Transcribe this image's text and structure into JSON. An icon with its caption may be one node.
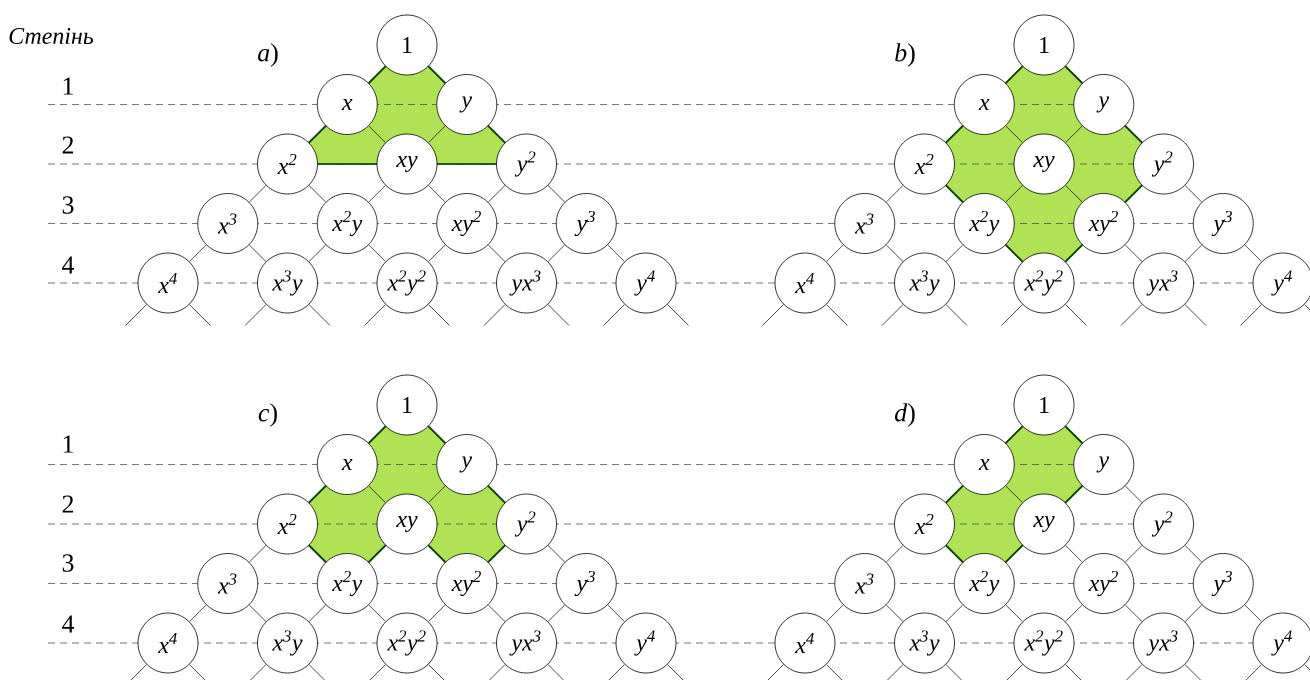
{
  "diagram": {
    "nodes": [
      {
        "text": [
          "1"
        ]
      },
      {
        "text": [
          "x"
        ]
      },
      {
        "text": [
          "y"
        ]
      },
      {
        "text": [
          "x$^{2}$"
        ]
      },
      {
        "text": [
          "xy"
        ]
      },
      {
        "text": [
          "y$^{2}$"
        ]
      },
      {
        "text": [
          "x$^{3}$"
        ]
      },
      {
        "text": [
          "x$^{2}$y"
        ]
      },
      {
        "text": [
          "xy$^{2}$"
        ]
      },
      {
        "text": [
          "y$^{3}$"
        ]
      },
      {
        "text": [
          "x$^{4}$"
        ]
      },
      {
        "text": [
          "x$^{3}$y"
        ]
      },
      {
        "text": [
          "x$^{2}$y$^{2}$"
        ]
      },
      {
        "text": [
          "yx$^{3}$"
        ]
      },
      {
        "text": [
          "y$^{4}$"
        ]
      },
      {
        "text": [
          "1"
        ]
      },
      {
        "text": [
          "x"
        ]
      },
      {
        "text": [
          "y"
        ]
      },
      {
        "text": [
          "x$^{2}$"
        ]
      },
      {
        "text": [
          "xy"
        ]
      },
      {
        "text": [
          "y$^{2}$"
        ]
      },
      {
        "text": [
          "x$^{3}$"
        ]
      },
      {
        "text": [
          "x$^{2}$y"
        ]
      },
      {
        "text": [
          "xy$^{2}$"
        ]
      },
      {
        "text": [
          "y$^{3}$"
        ]
      },
      {
        "text": [
          "x$^{4}$"
        ]
      },
      {
        "text": [
          "x$^{3}$y"
        ]
      },
      {
        "text": [
          "x$^{2}$y$^{2}$"
        ]
      },
      {
        "text": [
          "yx$^{3}$"
        ]
      },
      {
        "text": [
          "y$^{4}$"
        ]
      },
      {
        "text": [
          "1"
        ]
      },
      {
        "text": [
          "x"
        ]
      },
      {
        "text": [
          "y"
        ]
      },
      {
        "text": [
          "x$^{2}$"
        ]
      },
      {
        "text": [
          "xy"
        ]
      },
      {
        "text": [
          "y$^{2}$"
        ]
      },
      {
        "text": [
          "x$^{3}$"
        ]
      },
      {
        "text": [
          "x$^{2}$y"
        ]
      },
      {
        "text": [
          "xy$^{2}$"
        ]
      },
      {
        "text": [
          "y$^{3}$"
        ]
      },
      {
        "text": [
          "x$^{4}$"
        ]
      },
      {
        "text": [
          "x$^{3}$y"
        ]
      },
      {
        "text": [
          "x$^{2}$y$^{2}$"
        ]
      },
      {
        "text": [
          "yx$^{3}$"
        ]
      },
      {
        "text": [
          "y$^{4}$"
        ]
      },
      {
        "text": [
          "1"
        ]
      },
      {
        "text": [
          "x"
        ]
      },
      {
        "text": [
          "y"
        ]
      },
      {
        "text": [
          "x$^{2}$"
        ]
      },
      {
        "text": [
          "xy"
        ]
      },
      {
        "text": [
          "y$^{2}$"
        ]
      },
      {
        "text": [
          "x$^{3}$"
        ]
      },
      {
        "text": [
          "x$^{2}$y"
        ]
      },
      {
        "text": [
          "xy$^{2}$"
        ]
      },
      {
        "text": [
          "y$^{3}$"
        ]
      },
      {
        "text": [
          "x$^{4}$"
        ]
      },
      {
        "text": [
          "x$^{3}$y"
        ]
      },
      {
        "text": [
          "x$^{2}$y$^{2}$"
        ]
      },
      {
        "text": [
          "yx$^{3}$"
        ]
      },
      {
        "text": [
          "y$^{4}$"
        ]
      }
    ],
    "edges": [
      {
        "from": 0,
        "to": 1,
        "arrow": "none"
      },
      {
        "from": 0,
        "to": 2,
        "arrow": "none"
      },
      {
        "from": 1,
        "to": 3,
        "arrow": "none"
      },
      {
        "from": 1,
        "to": 4,
        "arrow": "none"
      },
      {
        "from": 2,
        "to": 4,
        "arrow": "none"
      },
      {
        "from": 2,
        "to": 5,
        "arrow": "none"
      },
      {
        "from": 3,
        "to": 6,
        "arrow": "none"
      },
      {
        "from": 3,
        "to": 7,
        "arrow": "none"
      },
      {
        "from": 4,
        "to": 7,
        "arrow": "none"
      },
      {
        "from": 4,
        "to": 8,
        "arrow": "none"
      },
      {
        "from": 5,
        "to": 8,
        "arrow": "none"
      },
      {
        "from": 5,
        "to": 9,
        "arrow": "none"
      },
      {
        "from": 6,
        "to": 10,
        "arrow": "none"
      },
      {
        "from": 6,
        "to": 11,
        "arrow": "none"
      },
      {
        "from": 7,
        "to": 11,
        "arrow": "none"
      },
      {
        "from": 7,
        "to": 12,
        "arrow": "none"
      },
      {
        "from": 8,
        "to": 12,
        "arrow": "none"
      },
      {
        "from": 8,
        "to": 13,
        "arrow": "none"
      },
      {
        "from": 9,
        "to": 13,
        "arrow": "none"
      },
      {
        "from": 9,
        "to": 14,
        "arrow": "none"
      },
      {
        "from": 10,
        "to": null,
        "arrow": "none"
      },
      {
        "from": 10,
        "to": null,
        "arrow": "none"
      },
      {
        "from": 11,
        "to": null,
        "arrow": "none"
      },
      {
        "from": 11,
        "to": null,
        "arrow": "none"
      },
      {
        "from": 12,
        "to": null,
        "arrow": "none"
      },
      {
        "from": 12,
        "to": null,
        "arrow": "none"
      },
      {
        "from": 13,
        "to": null,
        "arrow": "none"
      },
      {
        "from": 13,
        "to": null,
        "arrow": "none"
      },
      {
        "from": 14,
        "to": null,
        "arrow": "none"
      },
      {
        "from": 14,
        "to": null,
        "arrow": "none"
      },
      {
        "from": 15,
        "to": 16,
        "arrow": "none"
      },
      {
        "from": 15,
        "to": 17,
        "arrow": "none"
      },
      {
        "from": 16,
        "to": 18,
        "arrow": "none"
      },
      {
        "from": 16,
        "to": 19,
        "arrow": "none"
      },
      {
        "from": 17,
        "to": 19,
        "arrow": "none"
      },
      {
        "from": 17,
        "to": 20,
        "arrow": "none"
      },
      {
        "from": 18,
        "to": 21,
        "arrow": "none"
      },
      {
        "from": 18,
        "to": 22,
        "arrow": "none"
      },
      {
        "from": 19,
        "to": 22,
        "arrow": "none"
      },
      {
        "from": 19,
        "to": 23,
        "arrow": "none"
      },
      {
        "from": 20,
        "to": 23,
        "arrow": "none"
      },
      {
        "from": 20,
        "to": 24,
        "arrow": "none"
      },
      {
        "from": 21,
        "to": 25,
        "arrow": "none"
      },
      {
        "from": 21,
        "to": 26,
        "arrow": "none"
      },
      {
        "from": 22,
        "to": 26,
        "arrow": "none"
      },
      {
        "from": 22,
        "to": 27,
        "arrow": "none"
      },
      {
        "from": 23,
        "to": 27,
        "arrow": "none"
      },
      {
        "from": 23,
        "to": 28,
        "arrow": "none"
      },
      {
        "from": 24,
        "to": 28,
        "arrow": "none"
      },
      {
        "from": 24,
        "to": 29,
        "arrow": "none"
      },
      {
        "from": 25,
        "to": null,
        "arrow": "none"
      },
      {
        "from": 25,
        "to": null,
        "arrow": "none"
      },
      {
        "from": 26,
        "to": null,
        "arrow": "none"
      },
      {
        "from": 26,
        "to": null,
        "arrow": "none"
      },
      {
        "from": 27,
        "to": null,
        "arrow": "none"
      },
      {
        "from": 27,
        "to": null,
        "arrow": "none"
      },
      {
        "from": 28,
        "to": null,
        "arrow": "none"
      },
      {
        "from": 28,
        "to": null,
        "arrow": "none"
      },
      {
        "from": 29,
        "to": null,
        "arrow": "none"
      },
      {
        "from": 29,
        "to": null,
        "arrow": "none"
      },
      {
        "from": 30,
        "to": 31,
        "arrow": "none"
      },
      {
        "from": 30,
        "to": 32,
        "arrow": "none"
      },
      {
        "from": 31,
        "to": 33,
        "arrow": "none"
      },
      {
        "from": 31,
        "to": 34,
        "arrow": "none"
      },
      {
        "from": 32,
        "to": 34,
        "arrow": "none"
      },
      {
        "from": 32,
        "to": 35,
        "arrow": "none"
      },
      {
        "from": 33,
        "to": 36,
        "arrow": "none"
      },
      {
        "from": 33,
        "to": 37,
        "arrow": "none"
      },
      {
        "from": 34,
        "to": 37,
        "arrow": "none"
      },
      {
        "from": 34,
        "to": 38,
        "arrow": "none"
      },
      {
        "from": 35,
        "to": 38,
        "arrow": "none"
      },
      {
        "from": 35,
        "to": 39,
        "arrow": "none"
      },
      {
        "from": 36,
        "to": 40,
        "arrow": "none"
      },
      {
        "from": 36,
        "to": 41,
        "arrow": "none"
      },
      {
        "from": 37,
        "to": 41,
        "arrow": "none"
      },
      {
        "from": 37,
        "to": 42,
        "arrow": "none"
      },
      {
        "from": 38,
        "to": 42,
        "arrow": "none"
      },
      {
        "from": 38,
        "to": 43,
        "arrow": "none"
      },
      {
        "from": 39,
        "to": 43,
        "arrow": "none"
      },
      {
        "from": 39,
        "to": 44,
        "arrow": "none"
      },
      {
        "from": 40,
        "to": null,
        "arrow": "none"
      },
      {
        "from": 40,
        "to": null,
        "arrow": "none"
      },
      {
        "from": 41,
        "to": null,
        "arrow": "none"
      },
      {
        "from": 41,
        "to": null,
        "arrow": "none"
      },
      {
        "from": 42,
        "to": null,
        "arrow": "none"
      },
      {
        "from": 42,
        "to": null,
        "arrow": "none"
      },
      {
        "from": 43,
        "to": null,
        "arrow": "none"
      },
      {
        "from": 43,
        "to": null,
        "arrow": "none"
      },
      {
        "from": 44,
        "to": null,
        "arrow": "none"
      },
      {
        "from": 44,
        "to": null,
        "arrow": "none"
      },
      {
        "from": 45,
        "to": 46,
        "arrow": "none"
      },
      {
        "from": 45,
        "to": 47,
        "arrow": "none"
      },
      {
        "from": 46,
        "to": 48,
        "arrow": "none"
      },
      {
        "from": 46,
        "to": 49,
        "arrow": "none"
      },
      {
        "from": 47,
        "to": 49,
        "arrow": "none"
      },
      {
        "from": 47,
        "to": 50,
        "arrow": "none"
      },
      {
        "from": 48,
        "to": 51,
        "arrow": "none"
      },
      {
        "from": 48,
        "to": 52,
        "arrow": "none"
      },
      {
        "from": 49,
        "to": 52,
        "arrow": "none"
      },
      {
        "from": 49,
        "to": 53,
        "arrow": "none"
      },
      {
        "from": 50,
        "to": 53,
        "arrow": "none"
      },
      {
        "from": 50,
        "to": 54,
        "arrow": "none"
      },
      {
        "from": 51,
        "to": 55,
        "arrow": "none"
      },
      {
        "from": 51,
        "to": 56,
        "arrow": "none"
      },
      {
        "from": 52,
        "to": 56,
        "arrow": "none"
      },
      {
        "from": 52,
        "to": 57,
        "arrow": "none"
      },
      {
        "from": 53,
        "to": 57,
        "arrow": "none"
      },
      {
        "from": 53,
        "to": 58,
        "arrow": "none"
      },
      {
        "from": 54,
        "to": 58,
        "arrow": "none"
      },
      {
        "from": 54,
        "to": 59,
        "arrow": "none"
      },
      {
        "from": 55,
        "to": null,
        "arrow": "none"
      },
      {
        "from": 55,
        "to": null,
        "arrow": "none"
      },
      {
        "from": 56,
        "to": null,
        "arrow": "none"
      },
      {
        "from": 56,
        "to": null,
        "arrow": "none"
      },
      {
        "from": 57,
        "to": null,
        "arrow": "none"
      },
      {
        "from": 57,
        "to": null,
        "arrow": "none"
      },
      {
        "from": 58,
        "to": null,
        "arrow": "none"
      },
      {
        "from": 58,
        "to": null,
        "arrow": "none"
      },
      {
        "from": 59,
        "to": null,
        "arrow": "none"
      },
      {
        "from": 59,
        "to": null,
        "arrow": "none"
      }
    ],
    "labels": [
      "Степінь",
      "*a*)",
      "*b*)",
      "1",
      "2",
      "3",
      "4",
      "*c*)",
      "*d*)",
      "1",
      "2",
      "3",
      "4"
    ]
  }
}
